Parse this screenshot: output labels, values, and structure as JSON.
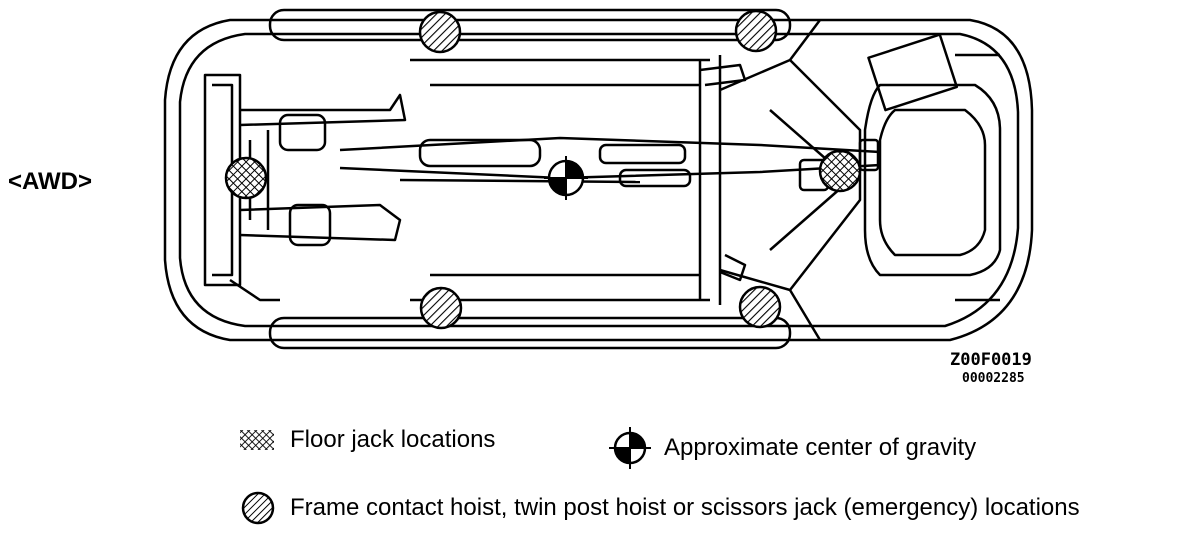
{
  "variant_label": "<AWD>",
  "figure_code": "Z00F0019",
  "figure_number": "00002285",
  "legend": {
    "floor_jack": "Floor jack locations",
    "center_of_gravity": "Approximate center of gravity",
    "frame_contact": "Frame contact hoist, twin post hoist or scissors jack (emergency) locations"
  },
  "icons": {
    "floor_jack": "cross-hatched-circle-icon",
    "center_of_gravity": "center-of-gravity-icon",
    "frame_contact": "diagonal-hatched-circle-icon"
  }
}
